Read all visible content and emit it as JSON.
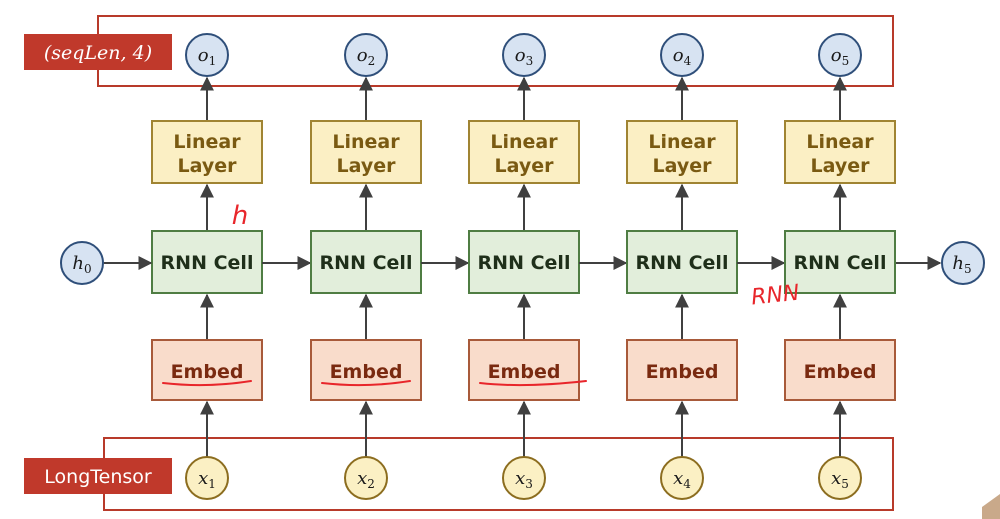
{
  "output_group": {
    "tag": "(seqLen, 4)"
  },
  "input_group": {
    "tag": "LongTensor"
  },
  "columns": [
    {
      "output": "o",
      "output_sub": "1",
      "linear": [
        "Linear",
        "Layer"
      ],
      "rnn": "RNN Cell",
      "embed": "Embed",
      "input": "x",
      "input_sub": "1",
      "embed_underline": true
    },
    {
      "output": "o",
      "output_sub": "2",
      "linear": [
        "Linear",
        "Layer"
      ],
      "rnn": "RNN Cell",
      "embed": "Embed",
      "input": "x",
      "input_sub": "2",
      "embed_underline": true
    },
    {
      "output": "o",
      "output_sub": "3",
      "linear": [
        "Linear",
        "Layer"
      ],
      "rnn": "RNN Cell",
      "embed": "Embed",
      "input": "x",
      "input_sub": "3",
      "embed_underline": true
    },
    {
      "output": "o",
      "output_sub": "4",
      "linear": [
        "Linear",
        "Layer"
      ],
      "rnn": "RNN Cell",
      "embed": "Embed",
      "input": "x",
      "input_sub": "4",
      "embed_underline": false
    },
    {
      "output": "o",
      "output_sub": "5",
      "linear": [
        "Linear",
        "Layer"
      ],
      "rnn": "RNN Cell",
      "embed": "Embed",
      "input": "x",
      "input_sub": "5",
      "embed_underline": false
    }
  ],
  "hidden_in": {
    "label": "h",
    "sub": "0"
  },
  "hidden_out": {
    "label": "h",
    "sub": "5"
  },
  "annotations": {
    "h_note": "h",
    "rnn_note": "RNN"
  },
  "colors": {
    "group_border": "#b83a2a",
    "tag_fill": "#c0392b",
    "tag_text": "#ffffff",
    "output_circle_fill": "#d7e3f2",
    "output_circle_stroke": "#2f4f7a",
    "input_circle_fill": "#fbf0c4",
    "input_circle_stroke": "#8c6d1f",
    "linear_fill": "#fbefc4",
    "linear_stroke": "#a08432",
    "linear_text": "#7a5a12",
    "rnn_fill": "#e2eedb",
    "rnn_stroke": "#4f7d43",
    "rnn_text": "#1f2f1a",
    "embed_fill": "#f9dccb",
    "embed_stroke": "#a85a3a",
    "embed_text": "#7a2a10",
    "arrow": "#404040",
    "ink": "#e8262b"
  }
}
